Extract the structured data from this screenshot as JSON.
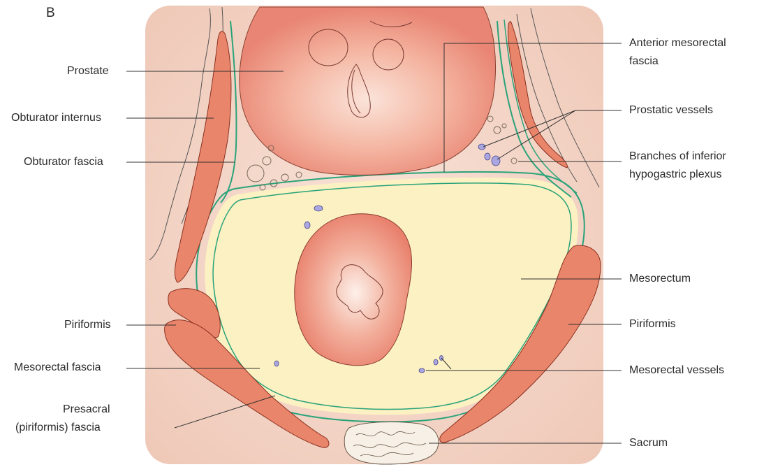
{
  "panel_letter": "B",
  "labels": {
    "prostate": "Prostate",
    "obturator_internus": "Obturator internus",
    "obturator_fascia": "Obturator fascia",
    "piriformis_left": "Piriformis",
    "mesorectal_fascia": "Mesorectal fascia",
    "presacral_fascia_line1": "Presacral",
    "presacral_fascia_line2": "(piriformis) fascia",
    "anterior_mesorectal_fascia_line1": "Anterior mesorectal",
    "anterior_mesorectal_fascia_line2": "fascia",
    "prostatic_vessels": "Prostatic vessels",
    "branches_ihp_line1": "Branches of inferior",
    "branches_ihp_line2": "hypogastric plexus",
    "mesorectum": "Mesorectum",
    "piriformis_right": "Piriformis",
    "mesorectal_vessels": "Mesorectal vessels",
    "sacrum": "Sacrum"
  },
  "colors": {
    "background_tissue": "#f3d3c4",
    "muscle": "#e9856a",
    "muscle_outline": "#8a3020",
    "prostate_center": "#fbe1d6",
    "prostate_edge": "#ea8a78",
    "mesorectum_fat": "#fbf1c2",
    "fascia_line": "#2aa37a",
    "vessel": "#a9a6e2",
    "leader_line": "#333333"
  }
}
